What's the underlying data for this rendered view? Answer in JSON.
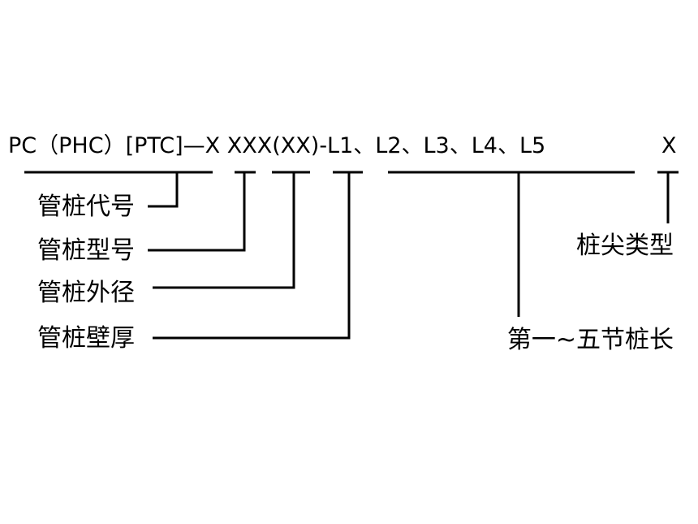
{
  "code": {
    "text": "PC（PHC）[PTC]—X XXX(XX)-L1、L2、L3、L4、L5",
    "suffix": "X"
  },
  "labels": {
    "pile_code": "管桩代号",
    "pile_model": "管桩型号",
    "outer_diameter": "管桩外径",
    "wall_thickness": "管桩壁厚",
    "tip_type": "桩尖类型",
    "segment_lengths": "第一~五节桩长"
  },
  "colors": {
    "line": "#000000",
    "background": "#ffffff"
  }
}
